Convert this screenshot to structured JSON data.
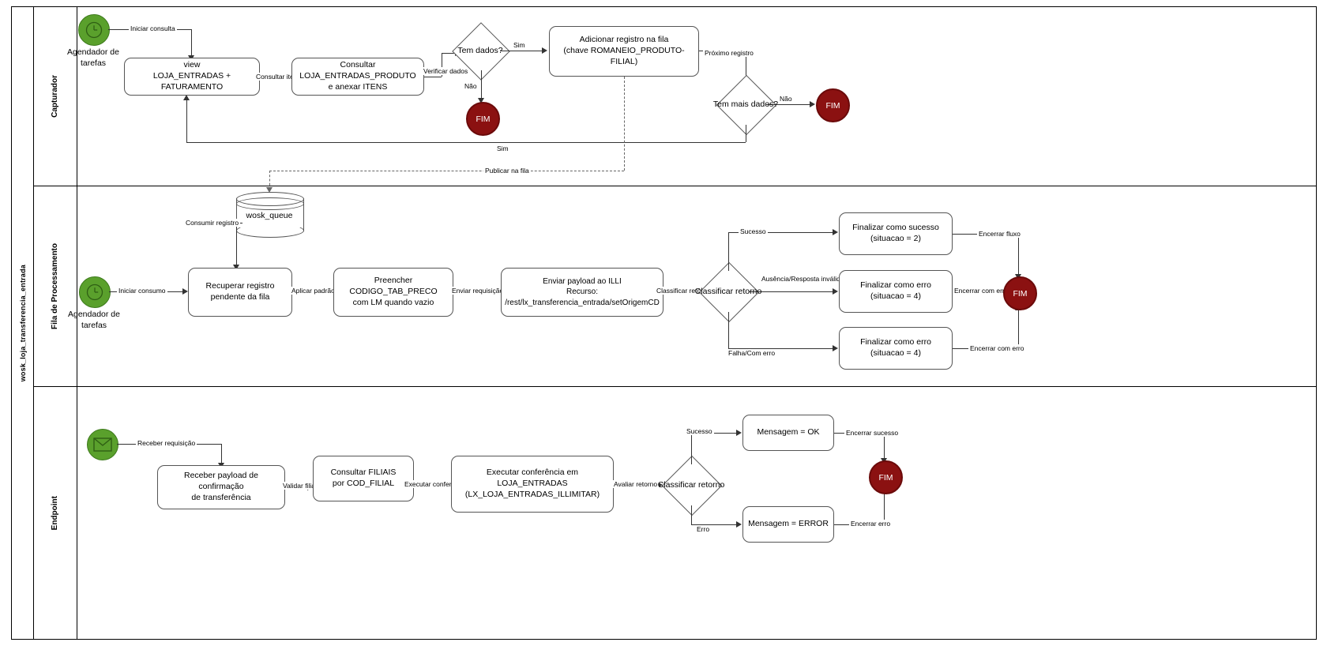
{
  "pool": {
    "title": "wosk_loja_transferencia_entrada"
  },
  "lanes": [
    {
      "name": "Capturador"
    },
    {
      "name": "Fila de Processamento"
    },
    {
      "name": "Endpoint"
    }
  ],
  "lane1": {
    "start": {
      "caption": "Agendador de\ntarefas",
      "icon": "clock-icon"
    },
    "tasks": [
      {
        "id": "view",
        "label": "view\nLOJA_ENTRADAS + FATURAMENTO"
      },
      {
        "id": "consultar",
        "label": "Consultar LOJA_ENTRADAS_PRODUTO\ne anexar ITENS"
      },
      {
        "id": "adicionar",
        "label": "Adicionar registro na fila\n(chave ROMANEIO_PRODUTO-FILIAL)"
      }
    ],
    "gateways": [
      {
        "id": "tem-dados",
        "label": "Tem dados?"
      },
      {
        "id": "tem-mais-dados",
        "label": "Tem mais dados?"
      }
    ],
    "ends": [
      {
        "id": "fim-sem-dados",
        "label": "FIM"
      },
      {
        "id": "fim-capturador",
        "label": "FIM"
      }
    ],
    "edges": {
      "iniciar_consulta": "Iniciar consulta",
      "consultar_itens": "Consultar itens",
      "verificar_dados": "Verificar dados",
      "sim": "Sim",
      "nao": "Não",
      "proximo_registro": "Próximo registro",
      "nao2": "Não",
      "sim_loop": "Sim",
      "publicar_na_fila": "Publicar na fila"
    }
  },
  "lane2": {
    "start": {
      "caption": "Agendador de\ntarefas",
      "icon": "clock-icon"
    },
    "datastore": {
      "label": "wosk_queue",
      "icon": "database-icon"
    },
    "tasks": [
      {
        "id": "recuperar",
        "label": "Recuperar registro\npendente da fila"
      },
      {
        "id": "preencher",
        "label": "Preencher CODIGO_TAB_PRECO\ncom LM quando vazio"
      },
      {
        "id": "enviar",
        "label": "Enviar payload ao ILLI\nRecurso: /rest/lx_transferencia_entrada/setOrigemCD"
      },
      {
        "id": "fin-sucesso",
        "label": "Finalizar como sucesso\n(situacao = 2)"
      },
      {
        "id": "fin-erro-1",
        "label": "Finalizar como erro\n(situacao = 4)"
      },
      {
        "id": "fin-erro-2",
        "label": "Finalizar como erro\n(situacao = 4)"
      }
    ],
    "gateway": {
      "id": "classificar-retorno",
      "label": "Classificar retorno"
    },
    "end": {
      "label": "FIM"
    },
    "edges": {
      "iniciar_consumo": "Iniciar consumo",
      "consumir_registro": "Consumir registro",
      "aplicar_padrao": "Aplicar padrão",
      "enviar_requisicao": "Enviar requisição",
      "classificar_retorno": "Classificar retorno",
      "sucesso": "Sucesso",
      "ausencia": "Ausência/Resposta inválida",
      "falha": "Falha/Com erro",
      "encerrar_fluxo": "Encerrar fluxo",
      "encerrar_com_erro_1": "Encerrar com erro",
      "encerrar_com_erro_2": "Encerrar com erro"
    }
  },
  "lane3": {
    "start": {
      "caption": "",
      "icon": "message-icon"
    },
    "tasks": [
      {
        "id": "receber",
        "label": "Receber payload de confirmação\nde transferência"
      },
      {
        "id": "consultar-filiais",
        "label": "Consultar FILIAIS\npor COD_FILIAL"
      },
      {
        "id": "executar",
        "label": "Executar conferência em\nLOJA_ENTRADAS\n(LX_LOJA_ENTRADAS_ILLIMITAR)"
      },
      {
        "id": "msg-ok",
        "label": "Mensagem = OK"
      },
      {
        "id": "msg-error",
        "label": "Mensagem = ERROR"
      }
    ],
    "gateway": {
      "id": "classificar-retorno-endpoint",
      "label": "Classificar retorno"
    },
    "end": {
      "label": "FIM"
    },
    "edges": {
      "receber_requisicao": "Receber requisição",
      "validar_filial": "Validar filial",
      "executar_conferencia": "Executar conferência",
      "avaliar_retorno": "Avaliar retorno",
      "sucesso": "Sucesso",
      "erro": "Erro",
      "encerrar_sucesso": "Encerrar sucesso",
      "encerrar_erro": "Encerrar erro"
    }
  },
  "colors": {
    "start_event": "#5aa02c",
    "end_event": "#8b1111",
    "stroke": "#555555",
    "line": "#333333"
  }
}
